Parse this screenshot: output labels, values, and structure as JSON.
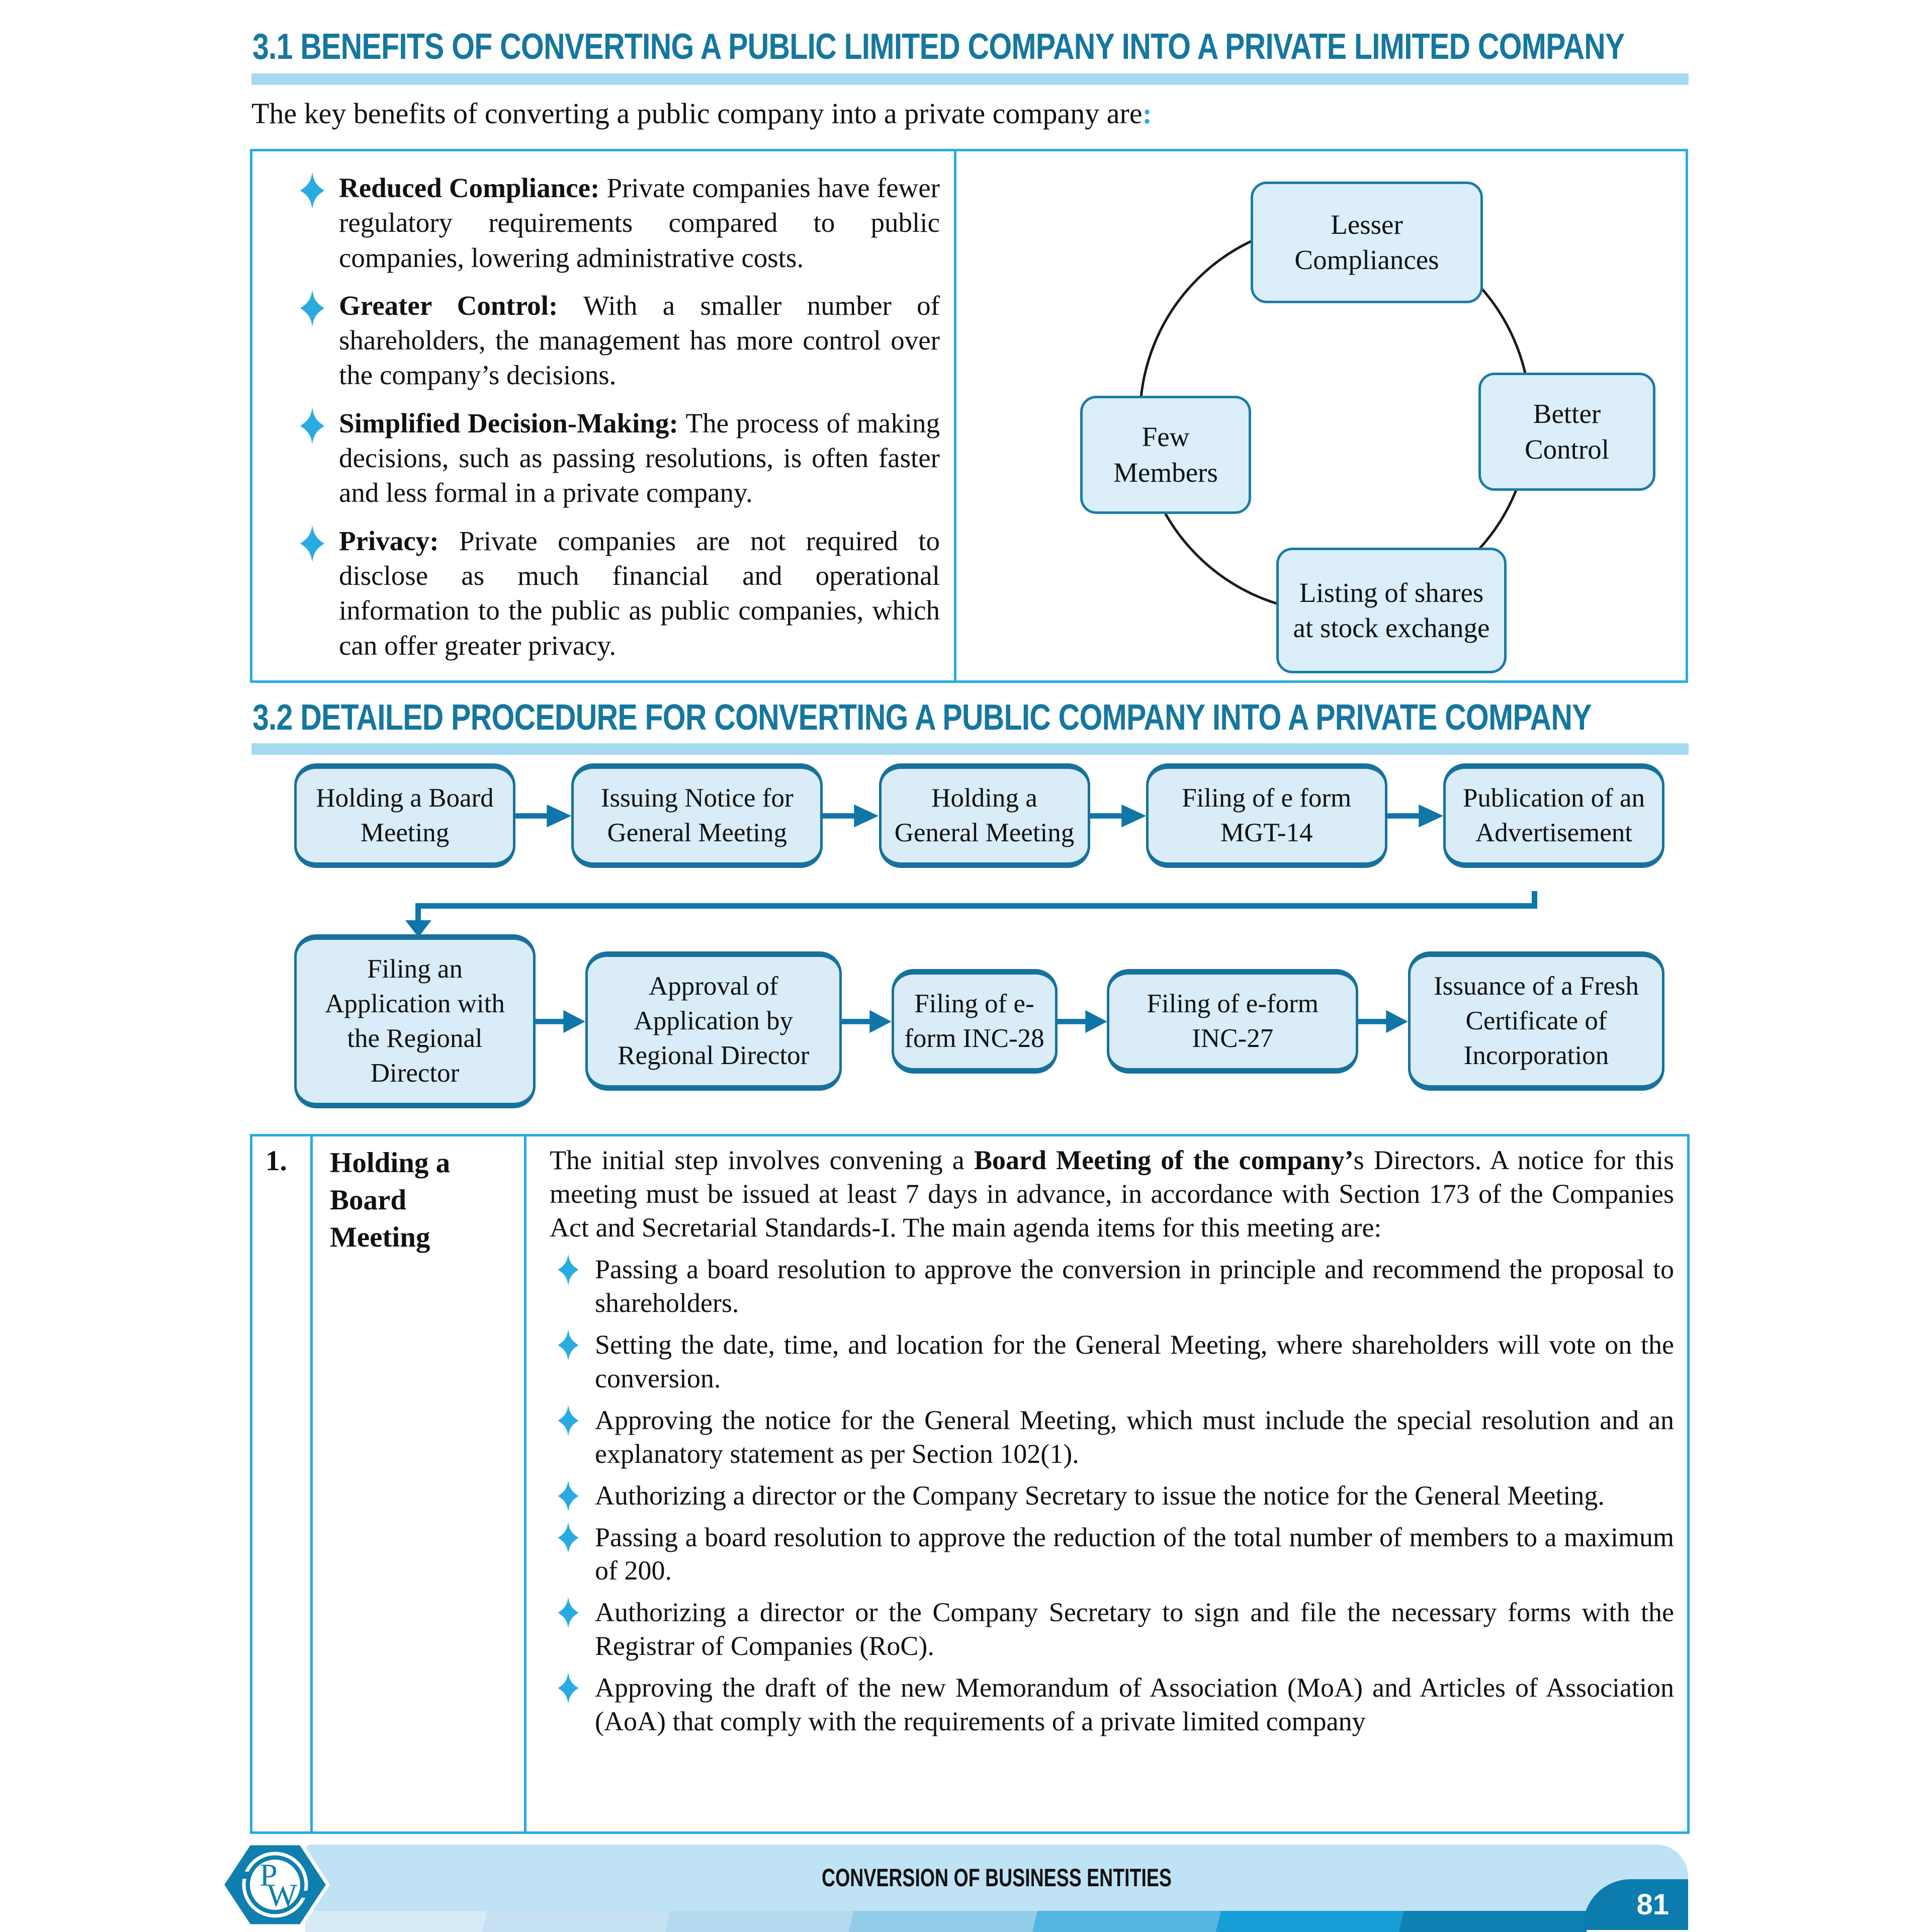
{
  "colors": {
    "accent": "#29abe2",
    "heading_teal": "#15779f",
    "heading_bar": "#a7d9f2",
    "node_fill": "#dbeef9",
    "node_border": "#1a7ca6",
    "flow_fill": "#d9ecf8",
    "flow_border": "#17719c",
    "arrow": "#0e76a8",
    "banner": "#bfe3f5",
    "tab": "#0b7cad"
  },
  "section1": {
    "title": "3.1 BENEFITS OF CONVERTING A PUBLIC LIMITED COMPANY INTO A PRIVATE LIMITED COMPANY",
    "intro": "The key benefits of converting a public company into a private company are",
    "intro_colon": ":"
  },
  "benefits": [
    {
      "title": "Reduced Compliance:",
      "text": "Private companies have fewer regulatory requirements compared to public companies, lowering administrative costs."
    },
    {
      "title": "Greater Control:",
      "text": "With a smaller number of shareholders, the management has more control over the company’s decisions."
    },
    {
      "title": "Simplified Decision-Making:",
      "text": "The process of making decisions, such as passing resolutions, is often faster and less formal in a private company."
    },
    {
      "title": "Privacy:",
      "text": "Private companies are not required to disclose as much financial and operational information to the public as public companies, which can offer greater privacy."
    }
  ],
  "diagram": {
    "nodes": [
      {
        "label": "Lesser Compliances",
        "position": "top"
      },
      {
        "label": "Better Control",
        "position": "right"
      },
      {
        "label": "Listing of shares at stock exchange",
        "position": "bottom"
      },
      {
        "label": "Few Members",
        "position": "left"
      }
    ]
  },
  "section2": {
    "title": "3.2 DETAILED PROCEDURE FOR CONVERTING A PUBLIC COMPANY INTO A PRIVATE COMPANY"
  },
  "flowchart": {
    "row1": [
      "Holding a Board Meeting",
      "Issuing Notice for General Meeting",
      "Holding a General Meeting",
      "Filing of e form MGT-14",
      "Publication of an Advertisement"
    ],
    "row2": [
      "Filing an Application with the Regional Director",
      "Approval of Application by Regional Director",
      "Filing of e-form INC-28",
      "Filing of e-form INC-27",
      "Issuance of a Fresh Certificate of Incorporation"
    ]
  },
  "table": {
    "row_number": "1.",
    "row_title": "Holding a Board Meeting",
    "paragraph": [
      {
        "text": "The initial step involves convening a ",
        "bold": false
      },
      {
        "text": "Board Meeting of the company’",
        "bold": true
      },
      {
        "text": "s Directors. A notice for this meeting must be issued at least 7 days in advance, in accordance with Section 173 of the Companies Act and Secretarial Standards-I. The main agenda items for this meeting are:",
        "bold": false
      }
    ],
    "bullets": [
      "Passing a board resolution to approve the conversion in principle and recommend the proposal to shareholders.",
      "Setting the date, time, and location for the General Meeting, where shareholders will vote on the conversion.",
      "Approving the notice for the General Meeting, which must include the special resolution and an explanatory statement as per Section 102(1).",
      "Authorizing a director or the Company Secretary to issue the notice for the General Meeting.",
      "Passing a board resolution to approve the reduction of the total number of members to a maximum of 200.",
      "Authorizing a director or the Company Secretary to sign and file the necessary forms with the Registrar of Companies (RoC).",
      "Approving the draft of the new Memorandum of Association (MoA) and Articles of Association (AoA) that comply with the requirements of a private limited company"
    ]
  },
  "footer": {
    "title": "CONVERSION OF BUSINESS ENTITIES",
    "page_number": "81",
    "logo_p": "P",
    "logo_w": "W",
    "strip_colors": [
      "#d6eaf7",
      "#c5e1f2",
      "#b3d9ee",
      "#93cce9",
      "#55b5e2",
      "#179ed6",
      "#0e80b4"
    ]
  }
}
